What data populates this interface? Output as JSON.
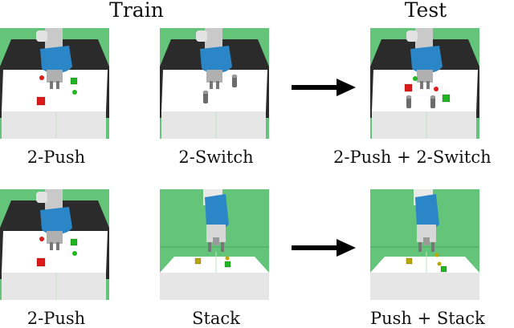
{
  "headers": {
    "train": "Train",
    "test": "Test"
  },
  "rows": [
    {
      "train": [
        {
          "caption": "2-Push",
          "variant": "push"
        },
        {
          "caption": "2-Switch",
          "variant": "switch"
        }
      ],
      "test": {
        "caption": "2-Push + 2-Switch",
        "variant": "push_switch"
      }
    },
    {
      "train": [
        {
          "caption": "2-Push",
          "variant": "push"
        },
        {
          "caption": "Stack",
          "variant": "stack"
        }
      ],
      "test": {
        "caption": "Push + Stack",
        "variant": "push_stack"
      }
    }
  ],
  "colors": {
    "background_green": "#63c47a",
    "table_top": "#ffffff",
    "table_side": "#e6e6e6",
    "floor_dark": "#2b2b2b",
    "gripper_blue": "#2b86c8",
    "robot_arm": "#c9c9c9",
    "cube_red": "#dc1a1a",
    "cube_green": "#22b522",
    "cube_yellow": "#b9a800",
    "switch_gray": "#6b6b6b",
    "arrow_black": "#000000"
  }
}
